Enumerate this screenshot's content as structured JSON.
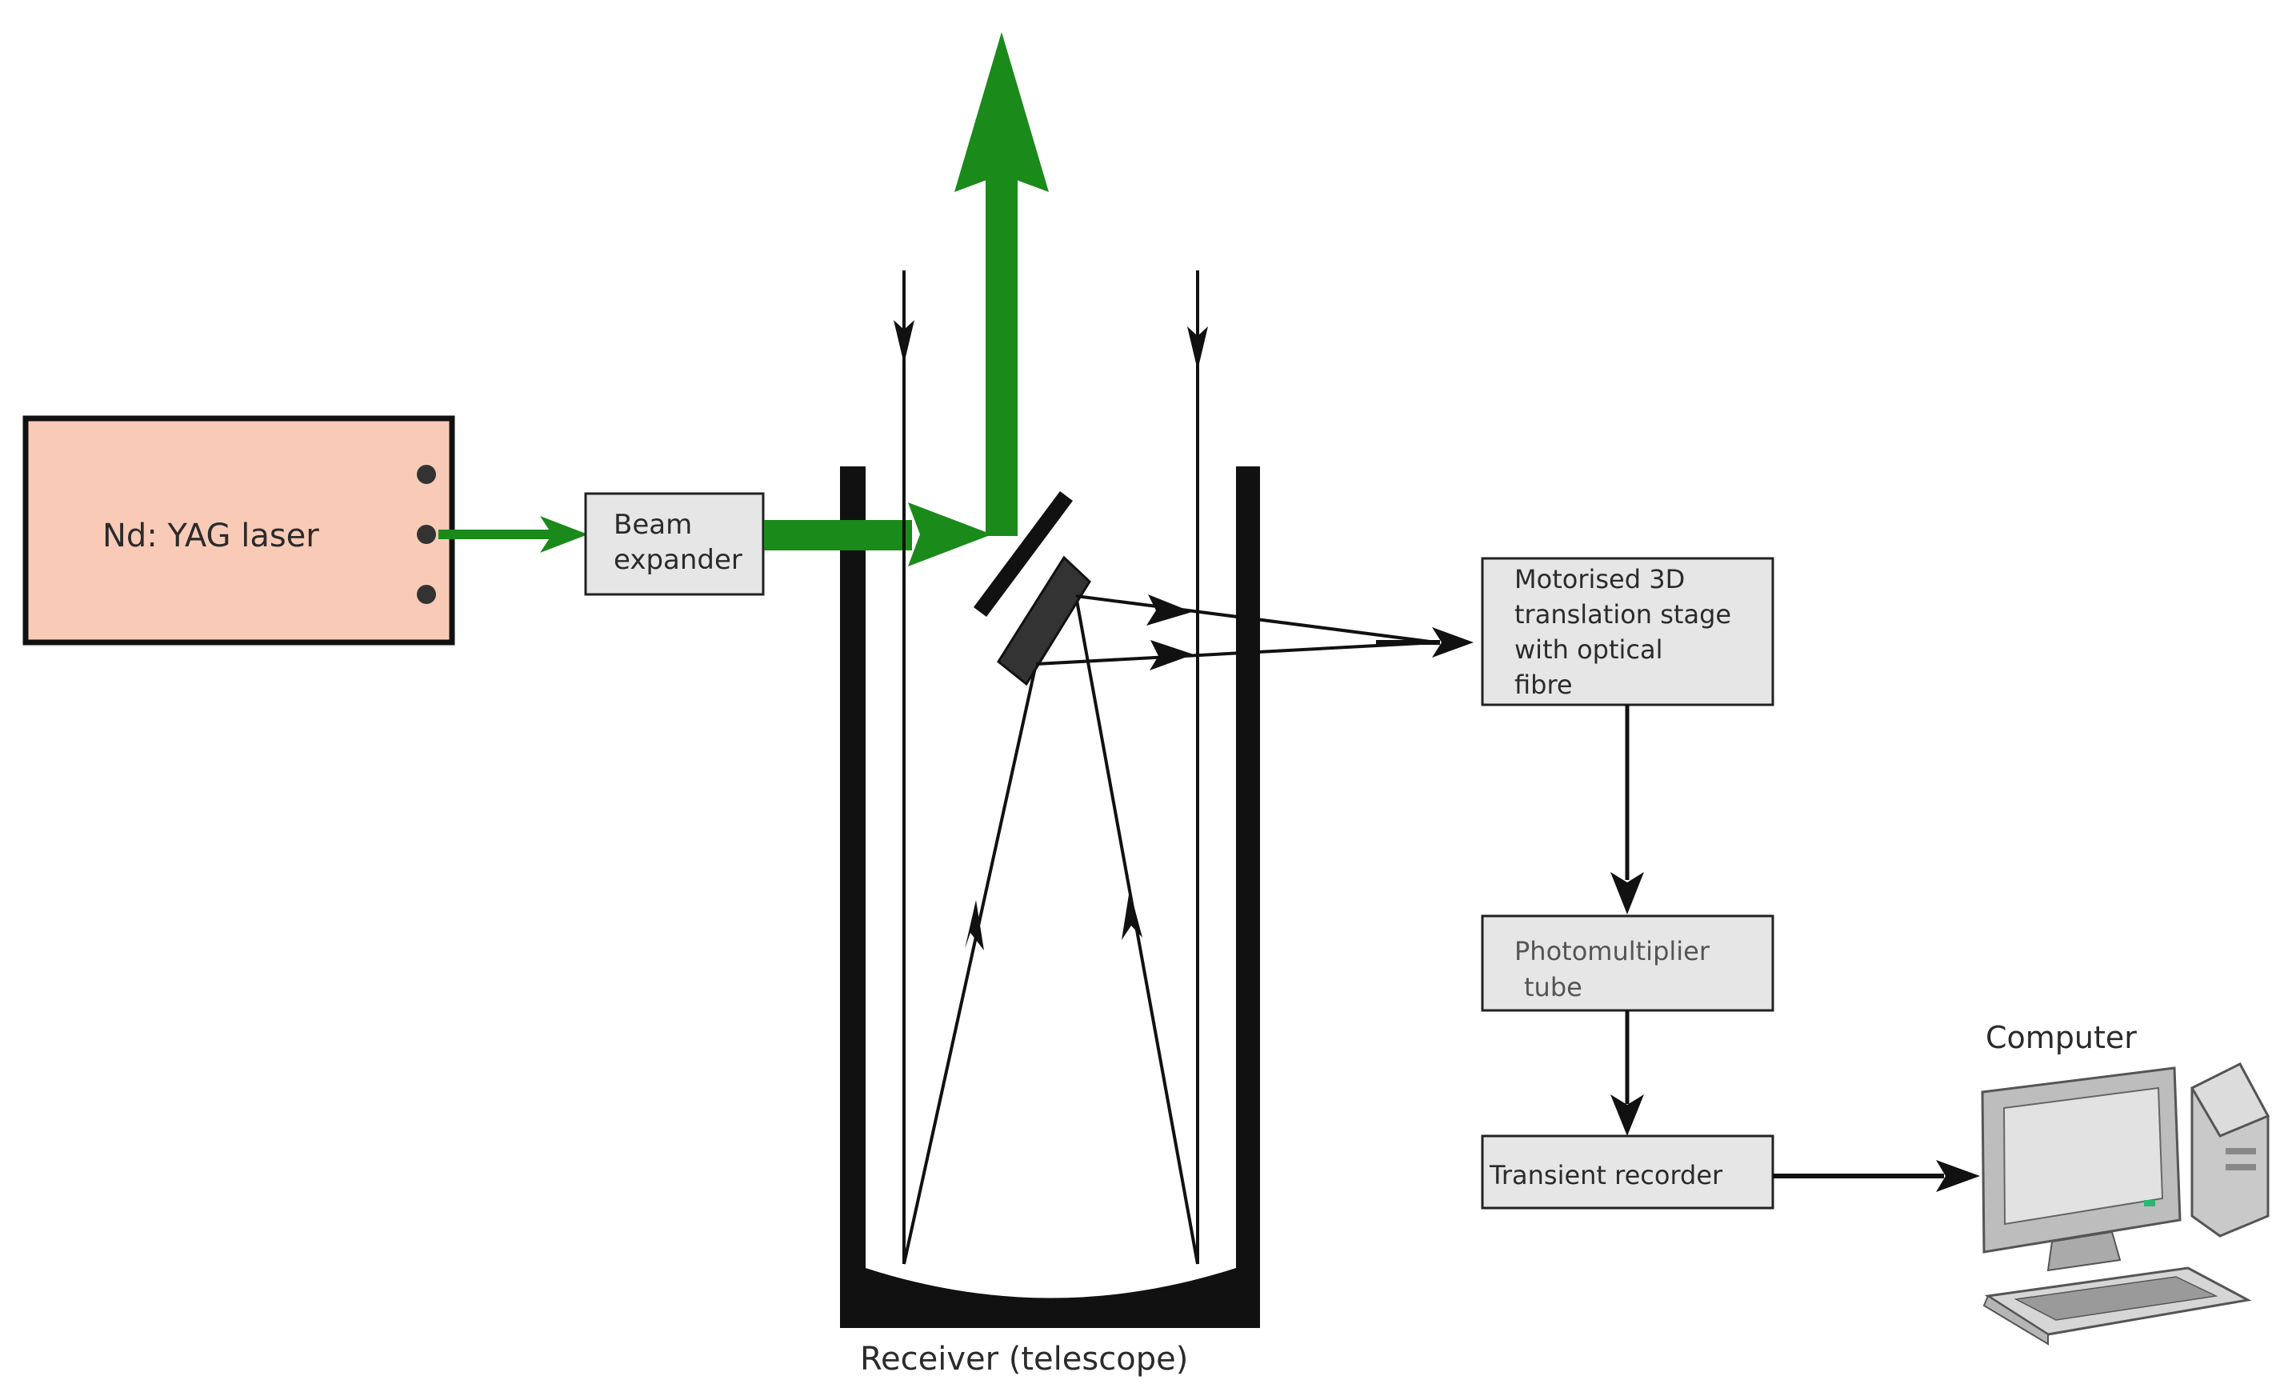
{
  "laser": {
    "label": "Nd: YAG laser"
  },
  "beam_expander": {
    "line1": "Beam",
    "line2": "expander"
  },
  "translation_stage": {
    "line1": "Motorised 3D",
    "line2": "translation stage",
    "line3": "with optical",
    "line4": "fibre"
  },
  "pmt": {
    "line1": "Photomultiplier",
    "line2": "tube"
  },
  "transient_recorder": {
    "label": "Transient recorder"
  },
  "computer": {
    "label": "Computer"
  },
  "receiver": {
    "label": "Receiver (telescope)"
  },
  "colors": {
    "laser_fill": "#f9cbb7",
    "beam_green": "#1a8a1a",
    "box_fill": "#e6e6e6",
    "line_dark": "#111111"
  },
  "icons": [
    "laser-icon",
    "mirror-icon",
    "computer-icon"
  ]
}
